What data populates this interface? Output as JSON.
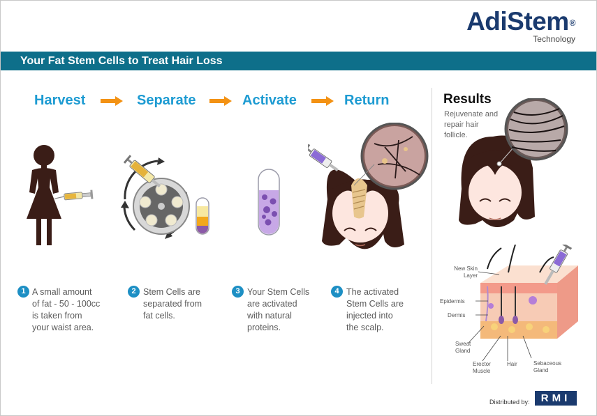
{
  "brand": {
    "name": "AdiStem",
    "reg": "®",
    "subtitle": "Technology"
  },
  "banner": {
    "title": "Your Fat Stem Cells to Treat Hair Loss"
  },
  "steps": [
    {
      "title": "Harvest",
      "number": "1",
      "line1": "A small amount",
      "line2": "of  fat - 50 - 100cc",
      "line3": "is taken from",
      "line4": "your waist area."
    },
    {
      "title": "Separate",
      "number": "2",
      "line1": "Stem Cells are",
      "line2": "separated from",
      "line3": "fat cells.",
      "line4": ""
    },
    {
      "title": "Activate",
      "number": "3",
      "line1": "Your Stem Cells",
      "line2": "are activated",
      "line3": "with natural",
      "line4": "proteins."
    },
    {
      "title": "Return",
      "number": "4",
      "line1": "The activated",
      "line2": "Stem Cells are",
      "line3": "injected into",
      "line4": "the scalp."
    }
  ],
  "results": {
    "title": "Results",
    "line1": "Rejuvenate  and",
    "line2": "repair hair",
    "line3": "follicle."
  },
  "skin_labels": {
    "new_skin_1": "New Skin",
    "new_skin_2": "Layer",
    "epidermis": "Epidermis",
    "dermis": "Dermis",
    "sweat_1": "Sweat",
    "sweat_2": "Gland",
    "erector_1": "Erector",
    "erector_2": "Muscle",
    "hair": "Hair",
    "sebaceous_1": "Sebaceous",
    "sebaceous_2": "Gland"
  },
  "footer": {
    "distributed": "Distributed by:",
    "rmi": "RMI"
  },
  "colors": {
    "accent": "#1d9bd2",
    "banner": "#0e6f8a",
    "brand": "#1a3a6e",
    "arrow": "#f39214",
    "hair": "#3a1d17"
  }
}
